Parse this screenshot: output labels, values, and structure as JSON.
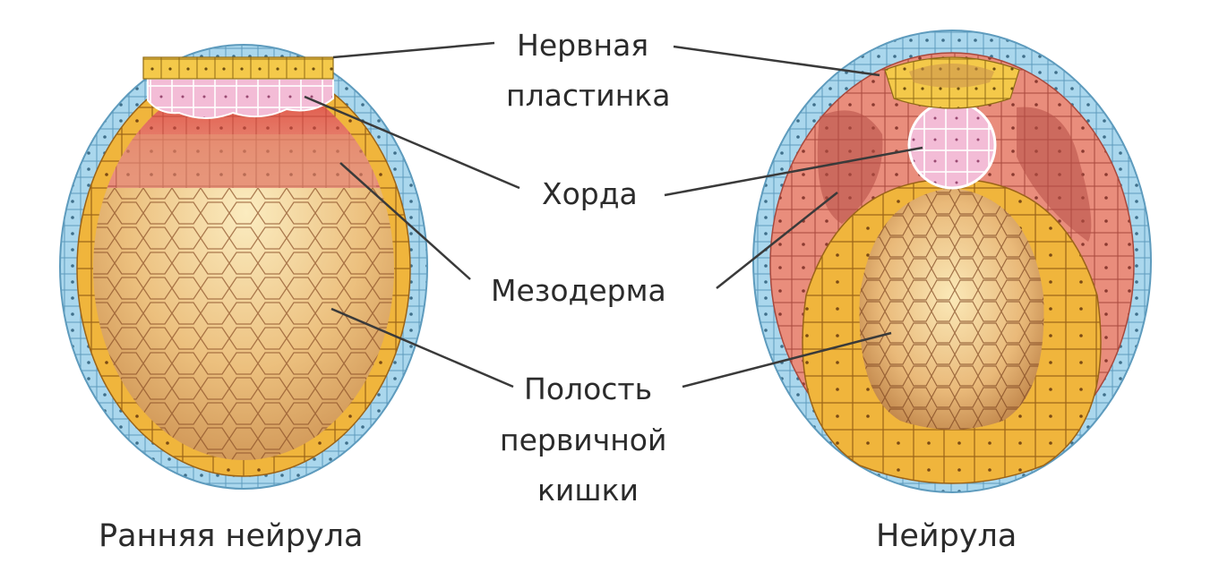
{
  "labels": {
    "neural_plate_1": "Нервная",
    "neural_plate_2": "пластинка",
    "notochord": "Хорда",
    "mesoderm": "Мезодерма",
    "gut_cavity_1": "Полость",
    "gut_cavity_2": "первичной",
    "gut_cavity_3": "кишки"
  },
  "captions": {
    "early_neurula": "Ранняя нейрула",
    "neurula": "Нейрула"
  },
  "colors": {
    "ectoderm": "#a9d6ec",
    "mesoderm": "#e88f7d",
    "notochord": "#f2b6d2",
    "neural_plate": "#f3c84a",
    "endoderm": "#f0b23a",
    "yolk_light": "#f7dfa3",
    "yolk_dark": "#c98f4f"
  }
}
